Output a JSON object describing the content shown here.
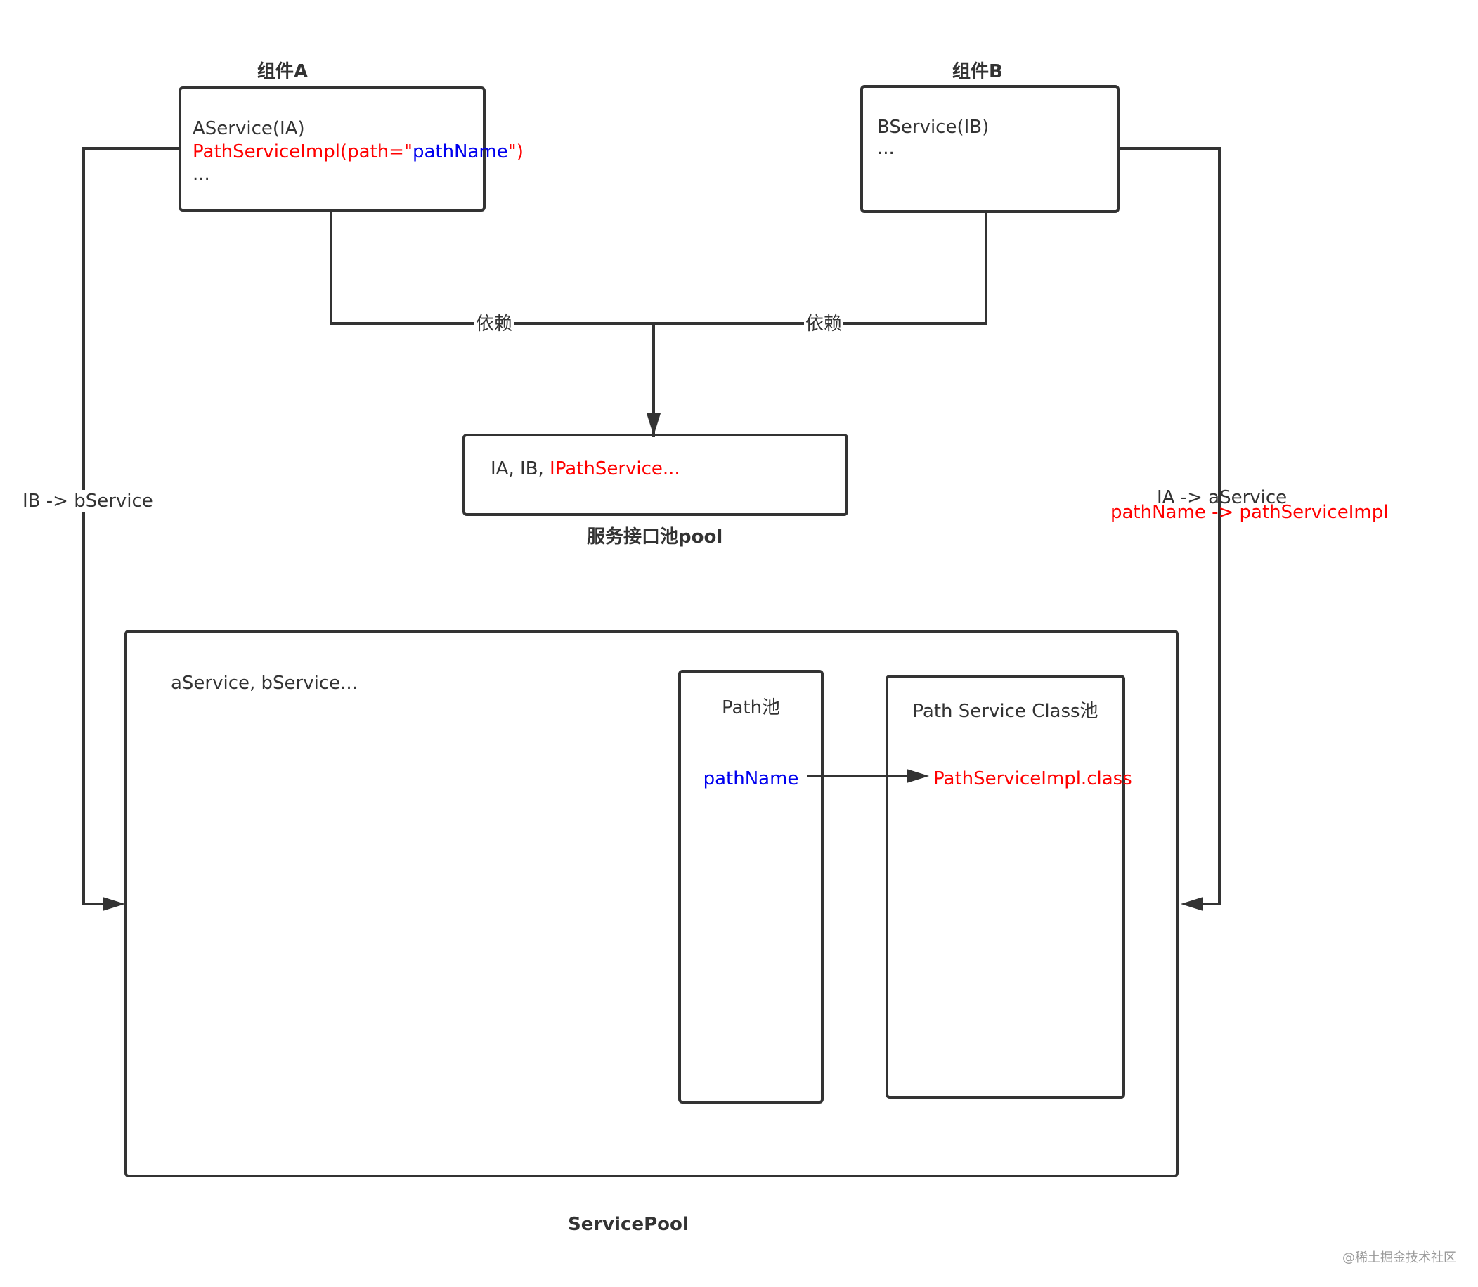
{
  "component_a": {
    "title": "组件A",
    "line1": "AService(IA)",
    "line2_red": "PathServiceImpl(path=\"",
    "line2_blue": "pathName",
    "line2_end": "\")",
    "line3": "..."
  },
  "component_b": {
    "title": "组件B",
    "line1": "BService(IB)",
    "line2": "..."
  },
  "dependency_labels": {
    "left": "依赖",
    "right": "依赖"
  },
  "interface_pool": {
    "content_black": "IA, IB,",
    "content_red": "IPathService...",
    "title": "服务接口池pool"
  },
  "left_connector_label": "IB -> bService",
  "right_connector_label": {
    "line1": "IA -> aService",
    "line2": "pathName -> pathServiceImpl"
  },
  "service_pool": {
    "content": "aService, bService...",
    "title": "ServicePool",
    "path_pool": {
      "title": "Path池",
      "item": "pathName"
    },
    "class_pool": {
      "title": "Path Service Class池",
      "item": "PathServiceImpl.class"
    }
  },
  "watermark": "@稀土掘金技术社区",
  "colors": {
    "line": "#333333",
    "red": "#ff0000",
    "blue": "#0000ee",
    "watermark": "#999999"
  }
}
